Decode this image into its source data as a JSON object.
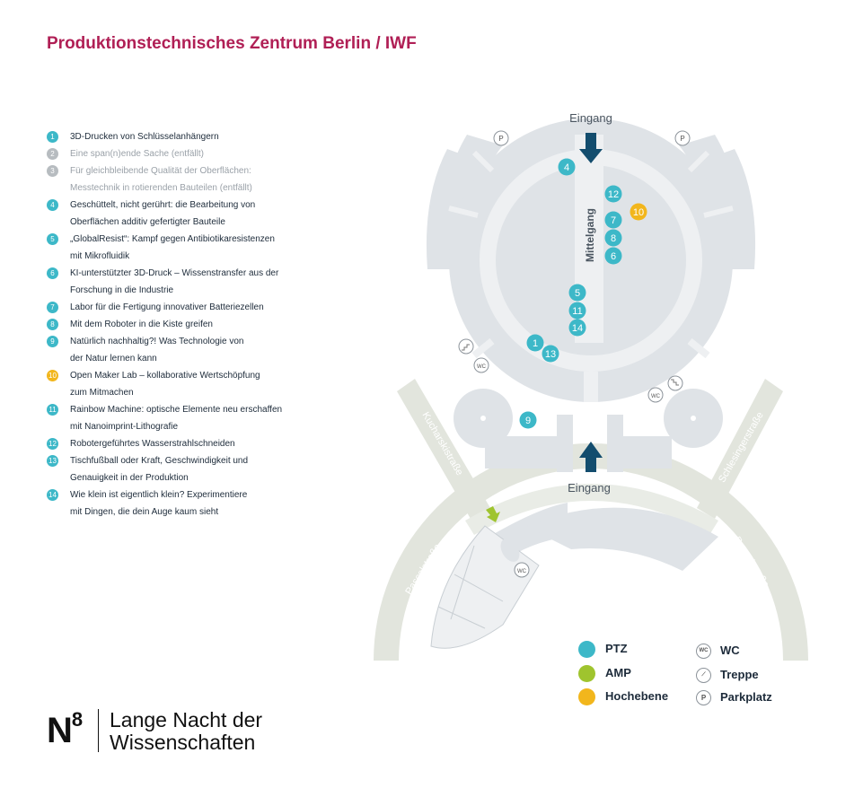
{
  "title": "Produktionstechnisches Zentrum Berlin / IWF",
  "items": [
    {
      "num": "1",
      "lines": [
        "3D-Drucken von Schlüsselanhängern"
      ],
      "style": "teal"
    },
    {
      "num": "2",
      "lines": [
        "Eine span(n)ende Sache (entfällt)"
      ],
      "style": "muted"
    },
    {
      "num": "3",
      "lines": [
        "Für gleichbleibende Qualität der Oberflächen:",
        "Messtechnik in rotierenden Bauteilen (entfällt)"
      ],
      "style": "muted"
    },
    {
      "num": "4",
      "lines": [
        "Geschüttelt, nicht gerührt: die Bearbeitung von",
        "Oberflächen additiv gefertigter Bauteile"
      ],
      "style": "teal"
    },
    {
      "num": "5",
      "lines": [
        "„GlobalResist“: Kampf gegen Antibiotikaresistenzen",
        "mit Mikrofluidik"
      ],
      "style": "teal"
    },
    {
      "num": "6",
      "lines": [
        "KI-unterstützter 3D-Druck – Wissenstransfer aus der",
        "Forschung in die Industrie"
      ],
      "style": "teal"
    },
    {
      "num": "7",
      "lines": [
        "Labor für die Fertigung innovativer Batteriezellen"
      ],
      "style": "teal"
    },
    {
      "num": "8",
      "lines": [
        "Mit dem Roboter in die Kiste greifen"
      ],
      "style": "teal"
    },
    {
      "num": "9",
      "lines": [
        "Natürlich nachhaltig?! Was Technologie von",
        "der Natur lernen kann"
      ],
      "style": "teal"
    },
    {
      "num": "10",
      "lines": [
        "Open Maker Lab – kollaborative Wertschöpfung",
        "zum Mitmachen"
      ],
      "style": "yellow"
    },
    {
      "num": "11",
      "lines": [
        "Rainbow Machine: optische Elemente neu erschaffen",
        "mit Nanoimprint-Lithografie"
      ],
      "style": "teal"
    },
    {
      "num": "12",
      "lines": [
        "Robotergeführtes Wasserstrahlschneiden"
      ],
      "style": "teal"
    },
    {
      "num": "13",
      "lines": [
        "Tischfußball oder Kraft, Geschwindigkeit und",
        "Genauigkeit in der Produktion"
      ],
      "style": "teal"
    },
    {
      "num": "14",
      "lines": [
        "Wie klein ist eigentlich klein? Experimentiere",
        "mit Dingen, die dein Auge kaum sieht"
      ],
      "style": "teal"
    }
  ],
  "map": {
    "entrance_top": "Eingang",
    "entrance_bottom": "Eingang",
    "corridor": "Mittelgang",
    "street_kurfuersten": "Kucharskistraße",
    "street_schlesinger": "Schlesingerstraße",
    "street_pascal_left": "Pascalstraße",
    "street_pascal_right": "Pascalstraße",
    "wc": "WC",
    "parking": "P",
    "markers": [
      {
        "num": "4",
        "style": "teal"
      },
      {
        "num": "12",
        "style": "teal"
      },
      {
        "num": "10",
        "style": "yellow"
      },
      {
        "num": "7",
        "style": "teal"
      },
      {
        "num": "8",
        "style": "teal"
      },
      {
        "num": "6",
        "style": "teal"
      },
      {
        "num": "5",
        "style": "teal"
      },
      {
        "num": "11",
        "style": "teal"
      },
      {
        "num": "14",
        "style": "teal"
      },
      {
        "num": "1",
        "style": "teal"
      },
      {
        "num": "13",
        "style": "teal"
      },
      {
        "num": "9",
        "style": "teal"
      }
    ]
  },
  "key": {
    "ptz": "PTZ",
    "amp": "AMP",
    "hochebene": "Hochebene",
    "wc_symbol": "WC",
    "wc": "WC",
    "treppe": "Treppe",
    "p_symbol": "P",
    "parkplatz": "Parkplatz"
  },
  "logo": {
    "n": "N",
    "sup": "8",
    "line1": "Lange Nacht der",
    "line2": "Wissenschaften"
  },
  "colors": {
    "title": "#b01f55",
    "teal": "#3db8c8",
    "muted": "#b7bcc0",
    "yellow": "#f2b61c",
    "green": "#9fc42e",
    "arrow": "#134d6e",
    "building": "#dfe3e7",
    "street": "#e2e5dd"
  }
}
